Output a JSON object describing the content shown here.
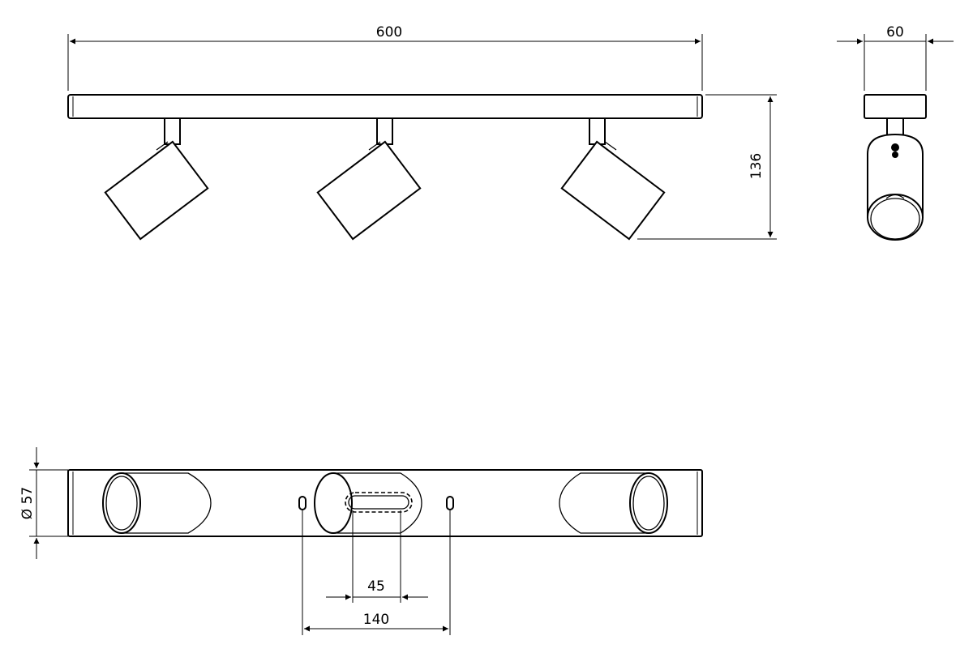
{
  "dimensions": {
    "length": "600",
    "width": "60",
    "height": "136",
    "diameter": "Ø 57",
    "slot_length": "45",
    "mount_spacing": "140"
  }
}
